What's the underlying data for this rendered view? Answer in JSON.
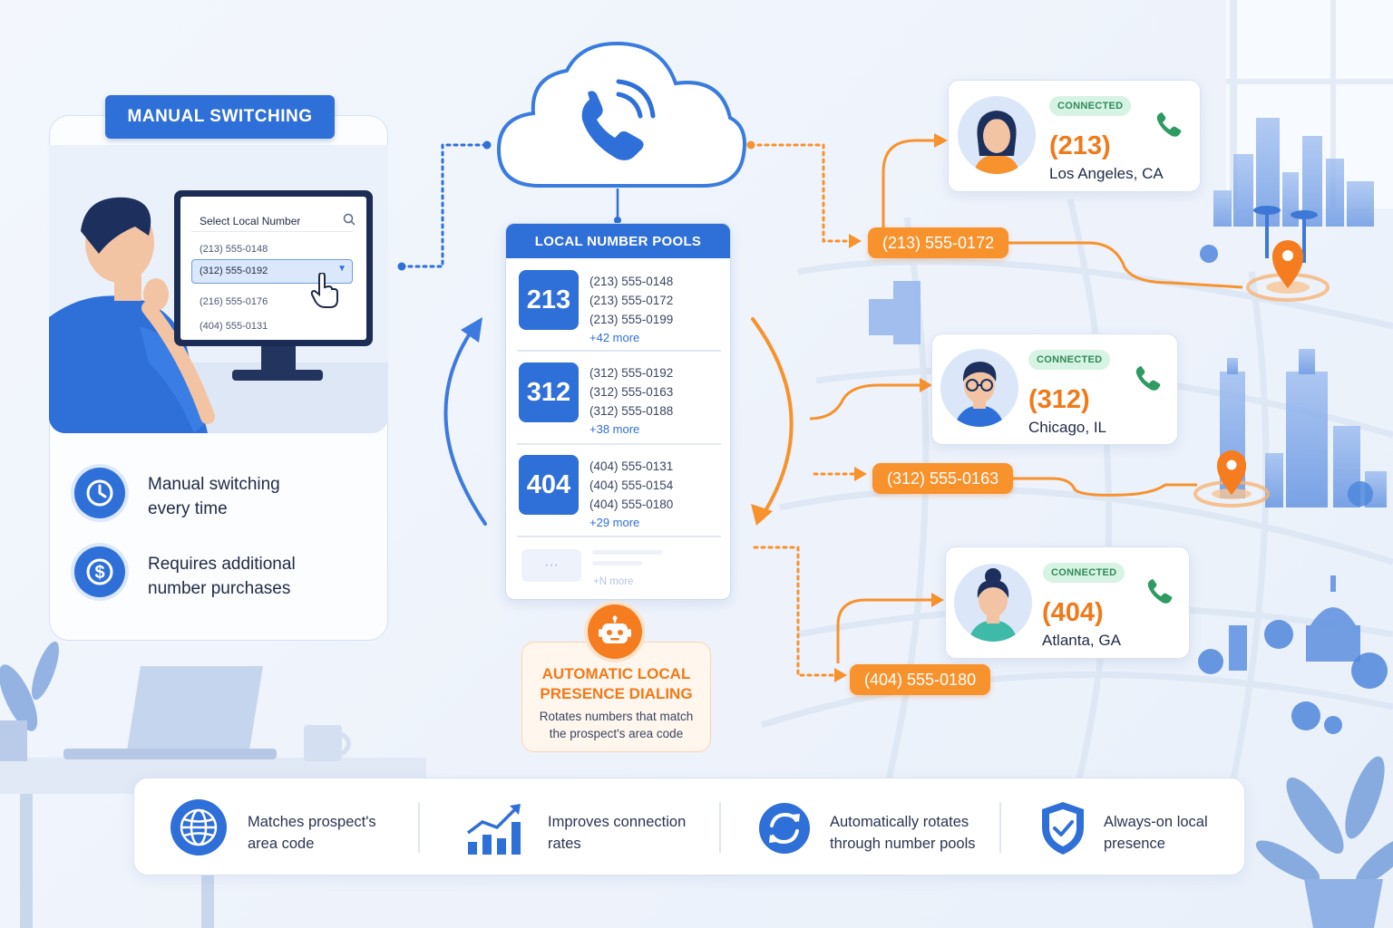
{
  "manual": {
    "title": "MANUAL SWITCHING",
    "monitor": {
      "title": "Select Local Number",
      "items": [
        "(213) 555-0148",
        "(312) 555-0192",
        "(216) 555-0176",
        "(404) 555-0131"
      ],
      "selected": "(312) 555-0192"
    },
    "features": [
      {
        "icon": "clock-icon",
        "line1": "Manual switching",
        "line2": "every time"
      },
      {
        "icon": "dollar-icon",
        "line1": "Requires additional",
        "line2": "number purchases"
      }
    ]
  },
  "pool": {
    "title": "LOCAL NUMBER POOLS",
    "groups": [
      {
        "code": "213",
        "numbers": [
          "(213) 555-0148",
          "(213) 555-0172",
          "(213) 555-0199"
        ],
        "more": "+42 more"
      },
      {
        "code": "312",
        "numbers": [
          "(312) 555-0192",
          "(312) 555-0163",
          "(312) 555-0188"
        ],
        "more": "+38 more"
      },
      {
        "code": "404",
        "numbers": [
          "(404) 555-0131",
          "(404) 555-0154",
          "(404) 555-0180"
        ],
        "more": "+29 more"
      }
    ],
    "placeholder_badge": "···",
    "placeholder_more": "+N more"
  },
  "automatic": {
    "title_line1": "AUTOMATIC LOCAL",
    "title_line2": "PRESENCE DIALING",
    "desc_line1": "Rotates numbers that match",
    "desc_line2": "the prospect's area code"
  },
  "contacts": [
    {
      "status": "CONNECTED",
      "code": "(213)",
      "city": "Los Angeles, CA",
      "number": "(213) 555-0172"
    },
    {
      "status": "CONNECTED",
      "code": "(312)",
      "city": "Chicago, IL",
      "number": "(312) 555-0163"
    },
    {
      "status": "CONNECTED",
      "code": "(404)",
      "city": "Atlanta, GA",
      "number": "(404) 555-0180"
    }
  ],
  "benefits": [
    {
      "icon": "globe-icon",
      "line1": "Matches prospect's",
      "line2": "area code"
    },
    {
      "icon": "growth-chart-icon",
      "line1": "Improves connection",
      "line2": "rates"
    },
    {
      "icon": "rotate-icon",
      "line1": "Automatically rotates",
      "line2": "through number pools"
    },
    {
      "icon": "shield-check-icon",
      "line1": "Always-on local",
      "line2": "presence"
    }
  ],
  "colors": {
    "blue": "#2f6fd8",
    "orange": "#f7922d",
    "green": "#2f9a62"
  }
}
